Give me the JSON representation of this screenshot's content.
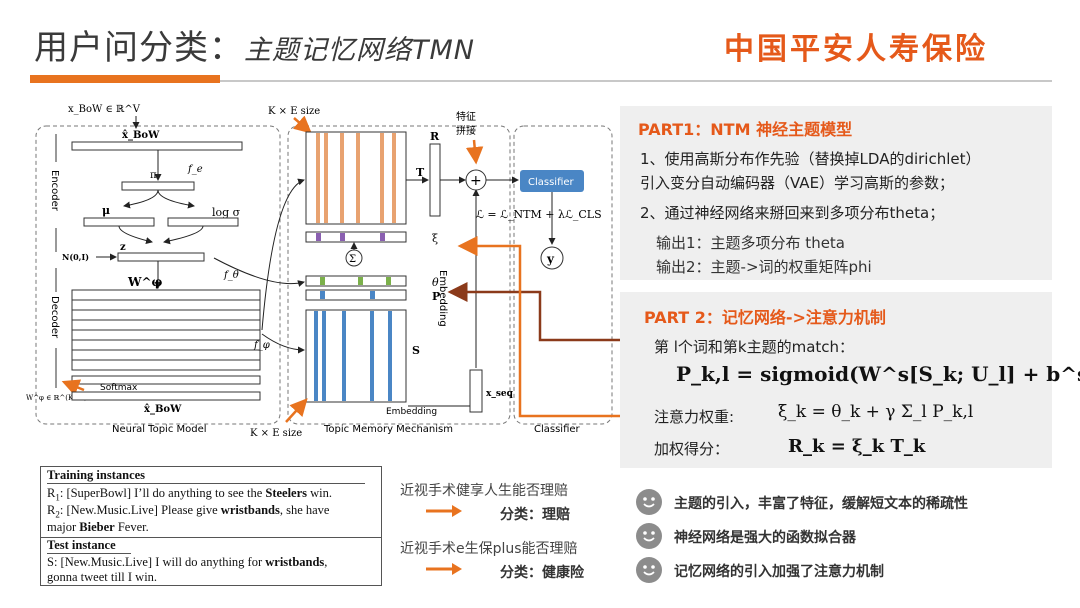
{
  "header": {
    "title": "用户问分类：",
    "subtitle": "主题记忆网络TMN",
    "brand": "中国平安人寿保险"
  },
  "diagram": {
    "xbow_top": "x_BoW ∈ ℝ^V",
    "xbow_label": "x̂_BoW",
    "encoder": "Encoder",
    "decoder": "Decoder",
    "fe": "f_e",
    "pi": "π",
    "mu": "μ",
    "logsigma": "log σ",
    "prior": "N(0,I)",
    "z": "z",
    "ftheta": "f_θ",
    "wphi": "W^φ",
    "fphi": "f_φ",
    "softmax": "Softmax",
    "wphi_size": "W^φ ∈ ℝ^(K×V)",
    "xbow_out": "x̂_BoW",
    "ntm_caption": "Neural Topic Model",
    "kxe_top": "K × E size",
    "kxe_bottom": "K × E size",
    "feature_concat_1": "特征",
    "feature_concat_2": "拼接",
    "R": "R",
    "T": "T",
    "xi": "ξ",
    "theta": "θ",
    "P": "P",
    "S": "S",
    "sigma": "Σ",
    "embedding_v": "Embedding",
    "embedding_h": "Embedding",
    "xseq": "x_seq",
    "tmm_caption": "Topic Memory Mechanism",
    "classifier_box": "Classifier",
    "plus": "+",
    "loss": "ℒ = ℒ_NTM + λℒ_CLS",
    "y": "y",
    "classifier_caption": "Classifier"
  },
  "part1": {
    "title": "PART1：NTM 神经主题模型",
    "line1": "1、使用高斯分布作先验（替换掉LDA的dirichlet）",
    "line2": "引入变分自动编码器（VAE）学习高斯的参数；",
    "line3": "2、通过神经网络来掰回来到多项分布theta；",
    "out1": "输出1：主题多项分布 theta",
    "out2": "输出2：主题->词的权重矩阵phi"
  },
  "part2": {
    "title": "PART 2：记忆网络->注意力机制",
    "match_label": "第 l个词和第k主题的match：",
    "match_formula": "P_k,l = sigmoid(W^s[S_k; U_l] + b^s)",
    "attention_label": "注意力权重:",
    "attention_formula": "ξ_k = θ_k + γ Σ_l P_k,l",
    "weighted_label": "加权得分：",
    "weighted_formula": "R_k = ξ_k T_k"
  },
  "instances": {
    "training_header": "Training instances",
    "r1_prefix": "R",
    "r1_sub": "1",
    "r1_text": ": [SuperBowl] I’ll do anything to see the ",
    "r1_bold": "Steelers",
    "r1_end": " win.",
    "r2_prefix": "R",
    "r2_sub": "2",
    "r2_text": ": [New.Music.Live] Please give ",
    "r2_bold": "wristbands",
    "r2_end": ", she have",
    "r2_cont": "major ",
    "r2_bold2": "Bieber",
    "r2_end2": " Fever.",
    "test_header": "Test instance",
    "s_text": "S: [New.Music.Live] I will do anything for ",
    "s_bold": "wristbands",
    "s_end": ",",
    "s_cont": "gonna tweet till I win."
  },
  "classification": [
    {
      "question": "近视手术健享人生能否理赔",
      "result": "分类：理赔"
    },
    {
      "question": "近视手术e生保plus能否理赔",
      "result": "分类：健康险"
    }
  ],
  "bullets": [
    "主题的引入，丰富了特征，缓解短文本的稀疏性",
    "神经网络是强大的函数拟合器",
    "记忆网络的引入加强了注意力机制"
  ],
  "colors": {
    "accent": "#e5591a",
    "orange_bar": "#e8731f",
    "blue_box": "#4a86c5",
    "panel_bg": "#efefef"
  }
}
